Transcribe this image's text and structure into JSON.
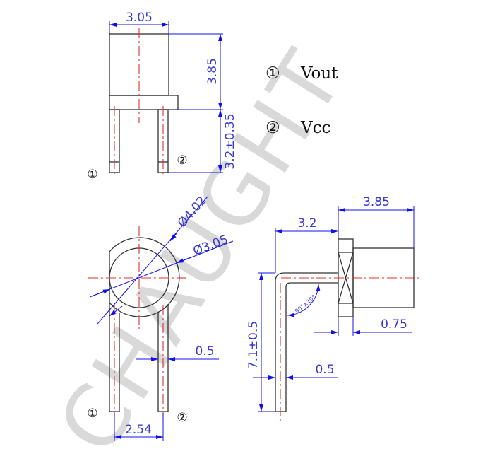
{
  "watermark": "CHAUGHT",
  "legend": [
    {
      "num": "①",
      "label": "Vout"
    },
    {
      "num": "②",
      "label": "Vcc"
    }
  ],
  "pin_labels": {
    "pin1": "①",
    "pin2": "②"
  },
  "top_view": {
    "width": "3.05",
    "body_height": "3.85",
    "lead_length": "3.2±0.35"
  },
  "front_view": {
    "outer_diameter": "Ø4.02",
    "inner_diameter": "Ø3.05",
    "lead_width": "0.5",
    "pitch": "2.54"
  },
  "side_view": {
    "bend_offset": "3.2",
    "body_length": "3.85",
    "lead_length": "7.1±0.5",
    "flange_thickness": "0.75",
    "lead_width": "0.5",
    "bend_angle": "90°±10°"
  },
  "colors": {
    "outline": "#333333",
    "dimension": "#1010ee",
    "centerline": "#e03030",
    "watermark": "#d9d9d9"
  }
}
